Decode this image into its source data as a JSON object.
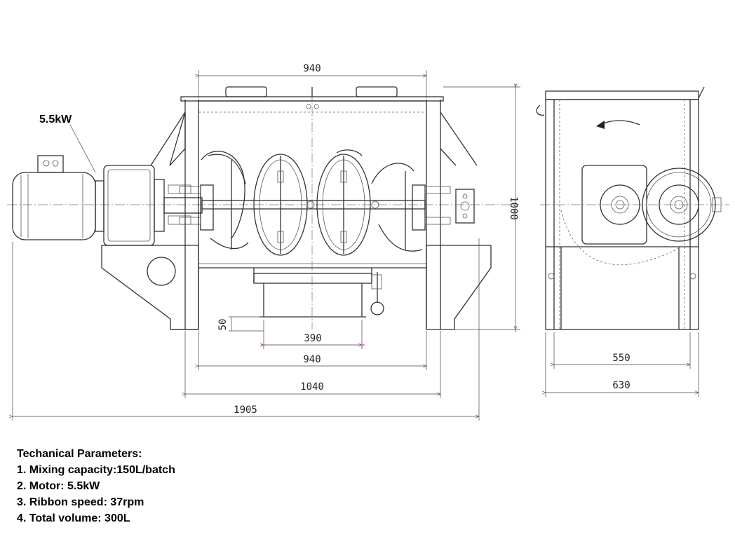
{
  "diagram": {
    "motor_label": "5.5kW",
    "dimensions": {
      "top_width": "940",
      "height": "1000",
      "bottom_offset": "50",
      "outlet_width": "390",
      "trough_width": "940",
      "frame_width": "1040",
      "overall_length": "1905",
      "side_inner_width": "550",
      "side_overall_width": "630"
    }
  },
  "parameters": {
    "heading": "Techanical Parameters:",
    "items": [
      "1. Mixing capacity:150L/batch",
      "2. Motor: 5.5kW",
      "3. Ribbon speed: 37rpm",
      "4. Total volume: 300L"
    ]
  }
}
